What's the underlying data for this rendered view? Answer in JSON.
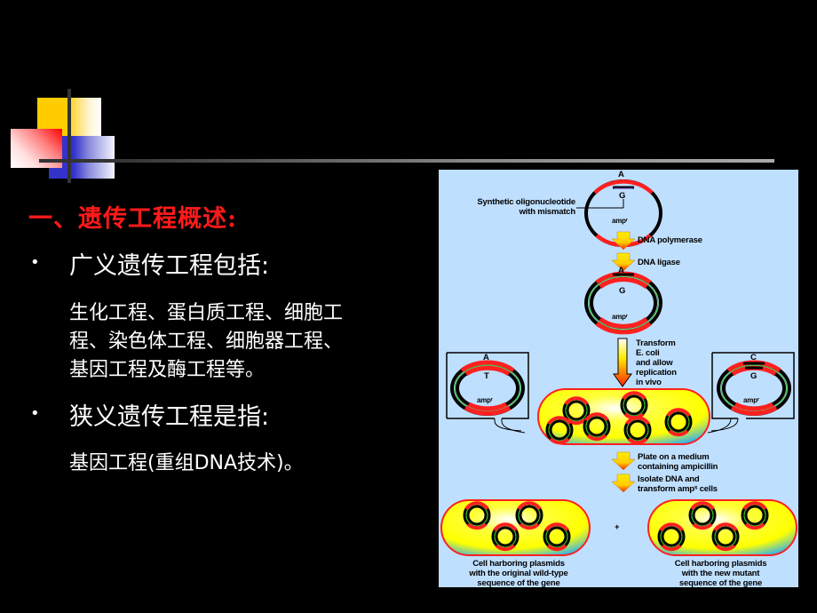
{
  "slide": {
    "background": "#000000",
    "title": "一、遗传工程概述:",
    "title_color": "#ff1a1a",
    "bullets": [
      {
        "marker": "•",
        "heading": "广义遗传工程包括:",
        "body_lines": [
          "生化工程、蛋白质工程、细胞工",
          "程、染色体工程、细胞器工程、",
          "基因工程及酶工程等。"
        ]
      },
      {
        "marker": "•",
        "heading": "狭义遗传工程是指:",
        "body_lines": [
          "基因工程(重组DNA技术)。"
        ]
      }
    ]
  },
  "figure": {
    "background": "#bfdfff",
    "labels": {
      "oligo": [
        "Synthetic oligonucleotide",
        "with mismatch"
      ],
      "base_A": "A",
      "base_G": "G",
      "base_T": "T",
      "base_C": "C",
      "ampr": "ampʳ",
      "step_polymerase": "DNA polymerase",
      "step_ligase": "DNA ligase",
      "step_transform": [
        "Transform",
        "E. coli",
        "and allow",
        "replication",
        "in vivo"
      ],
      "step_plate": [
        "Plate on a medium",
        "containing ampicillin"
      ],
      "step_isolate": [
        "Isolate DNA and",
        "transform ampˢ cells"
      ],
      "plus": "+",
      "caption_left": [
        "Cell harboring plasmids",
        "with the original wild-type",
        "sequence of the gene"
      ],
      "caption_right": [
        "Cell harboring plasmids",
        "with the new mutant",
        "sequence of the gene"
      ]
    },
    "colors": {
      "plasmid_red": "#ff2020",
      "plasmid_black": "#000000",
      "plasmid_green": "#20c020",
      "cell_yellow": "#ffff00",
      "cell_blue": "#20a0e0",
      "arrow_yellow": "#ffee00",
      "arrow_red": "#ff3300"
    }
  }
}
